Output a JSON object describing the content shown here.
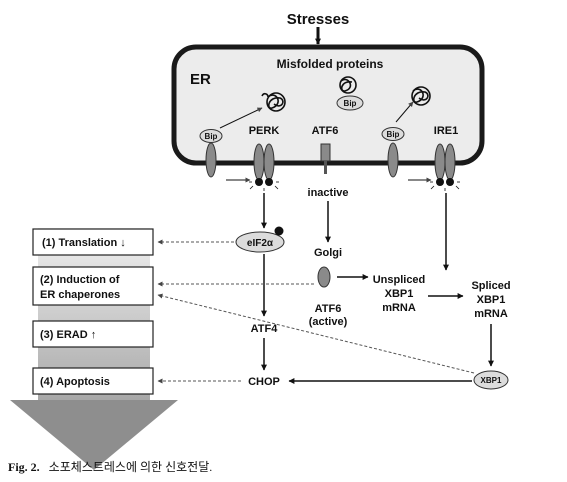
{
  "stresses": "Stresses",
  "er": {
    "label": "ER",
    "misfolded": "Misfolded proteins",
    "bip": "Bip"
  },
  "sensors": {
    "perk": "PERK",
    "atf6": "ATF6",
    "ire1": "IRE1",
    "inactive": "inactive",
    "golgi": "Golgi",
    "atf6_active_1": "ATF6",
    "atf6_active_2": "(active)"
  },
  "molecules": {
    "eif2a": "eIF2α",
    "atf4": "ATF4",
    "chop": "CHOP",
    "xbp1": "XBP1",
    "unspliced": [
      "Unspliced",
      "XBP1",
      "mRNA"
    ],
    "spliced": [
      "Spliced",
      "XBP1",
      "mRNA"
    ]
  },
  "outcomes": {
    "translation": "(1) Translation ↓",
    "chaperones_1": "(2) Induction of",
    "chaperones_2": "ER chaperones",
    "erad": "(3) ERAD ↑",
    "apoptosis": "(4) Apoptosis"
  },
  "caption": {
    "prefix": "Fig. 2.",
    "text": "소포체스트레스에 의한 신호전달."
  },
  "colors": {
    "membrane": "#1a1a1a",
    "er_fill": "#ececec",
    "receptor": "#8a8a8a",
    "bip_fill": "#dcdcdc",
    "arrow_fill": "#a6a6a6"
  }
}
